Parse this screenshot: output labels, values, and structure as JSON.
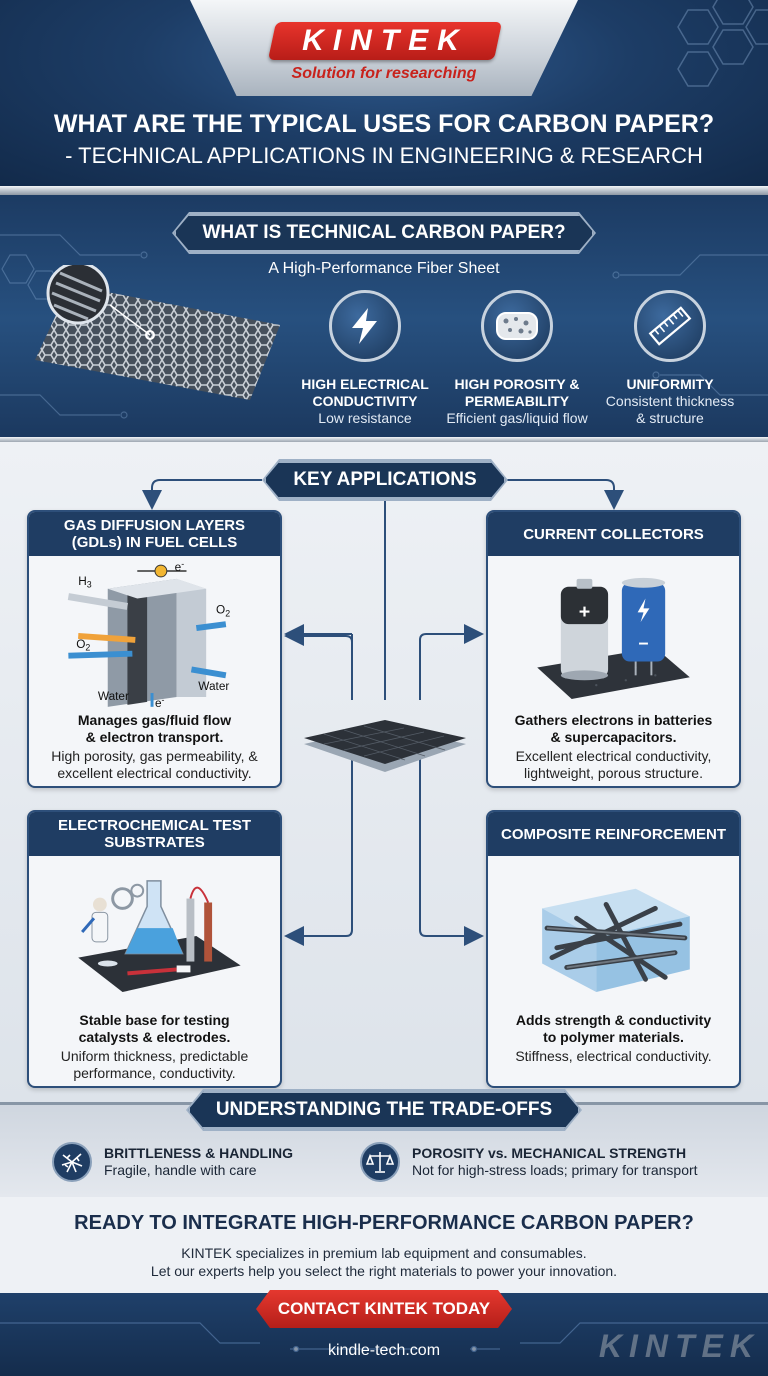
{
  "header": {
    "brand": "KINTEK",
    "tagline": "Solution for researching",
    "title_line1": "WHAT ARE THE TYPICAL USES FOR CARBON PAPER?",
    "title_line2": "- TECHNICAL APPLICATIONS IN ENGINEERING & RESEARCH"
  },
  "what_is": {
    "heading": "WHAT IS TECHNICAL CARBON PAPER?",
    "subtitle": "A High-Performance Fiber Sheet",
    "features": [
      {
        "icon": "lightning-icon",
        "title_1": "HIGH ELECTRICAL",
        "title_2": "CONDUCTIVITY",
        "desc_1": "Low resistance",
        "desc_2": ""
      },
      {
        "icon": "sponge-icon",
        "title_1": "HIGH POROSITY &",
        "title_2": "PERMEABILITY",
        "desc_1": "Efficient gas/liquid flow",
        "desc_2": ""
      },
      {
        "icon": "ruler-icon",
        "title_1": "UNIFORMITY",
        "title_2": "",
        "desc_1": "Consistent thickness",
        "desc_2": "& structure"
      }
    ]
  },
  "applications": {
    "heading": "KEY APPLICATIONS",
    "cards": [
      {
        "title_1": "GAS DIFFUSION LAYERS",
        "title_2": "(GDLs) IN FUEL CELLS",
        "strong_1": "Manages gas/fluid flow",
        "strong_2": "& electron transport.",
        "desc_1": "High porosity, gas permeability, &",
        "desc_2": "excellent electrical conductivity.",
        "labels": {
          "h": "H",
          "h_sub": "3",
          "o2_in": "O",
          "o2_out": "O",
          "two": "2",
          "e_top": "e",
          "e_bot": "e",
          "minus": "-",
          "water_l": "Water",
          "water_r": "Water"
        }
      },
      {
        "title_1": "CURRENT COLLECTORS",
        "title_2": "",
        "strong_1": "Gathers electrons in batteries",
        "strong_2": "& supercapacitors.",
        "desc_1": "Excellent electrical conductivity,",
        "desc_2": "lightweight, porous structure.",
        "labels": {
          "plus": "+",
          "minus": "−"
        }
      },
      {
        "title_1": "ELECTROCHEMICAL TEST",
        "title_2": "SUBSTRATES",
        "strong_1": "Stable base for testing",
        "strong_2": "catalysts & electrodes.",
        "desc_1": "Uniform thickness, predictable",
        "desc_2": "performance, conductivity."
      },
      {
        "title_1": "COMPOSITE REINFORCEMENT",
        "title_2": "",
        "strong_1": "Adds strength & conductivity",
        "strong_2": "to polymer materials.",
        "desc_1": "Stiffness, electrical conductivity.",
        "desc_2": ""
      }
    ]
  },
  "tradeoffs": {
    "heading": "UNDERSTANDING THE TRADE-OFFS",
    "items": [
      {
        "icon": "cracked-glass-icon",
        "title": "BRITTLENESS & HANDLING",
        "desc": "Fragile, handle with care"
      },
      {
        "icon": "balance-scale-icon",
        "title": "POROSITY vs. MECHANICAL STRENGTH",
        "desc": "Not for high-stress loads; primary for transport"
      }
    ]
  },
  "cta": {
    "title": "READY TO INTEGRATE HIGH-PERFORMANCE CARBON PAPER?",
    "line1": "KINTEK specializes in premium lab equipment and consumables.",
    "line2": "Let our experts help you select the right materials to power your innovation.",
    "button": "CONTACT KINTEK TODAY"
  },
  "footer": {
    "url": "kindle-tech.com",
    "brand": "KINTEK"
  },
  "colors": {
    "navy": "#1f3d63",
    "brand_red": "#d42a22",
    "panel_blue": "#27507f"
  }
}
